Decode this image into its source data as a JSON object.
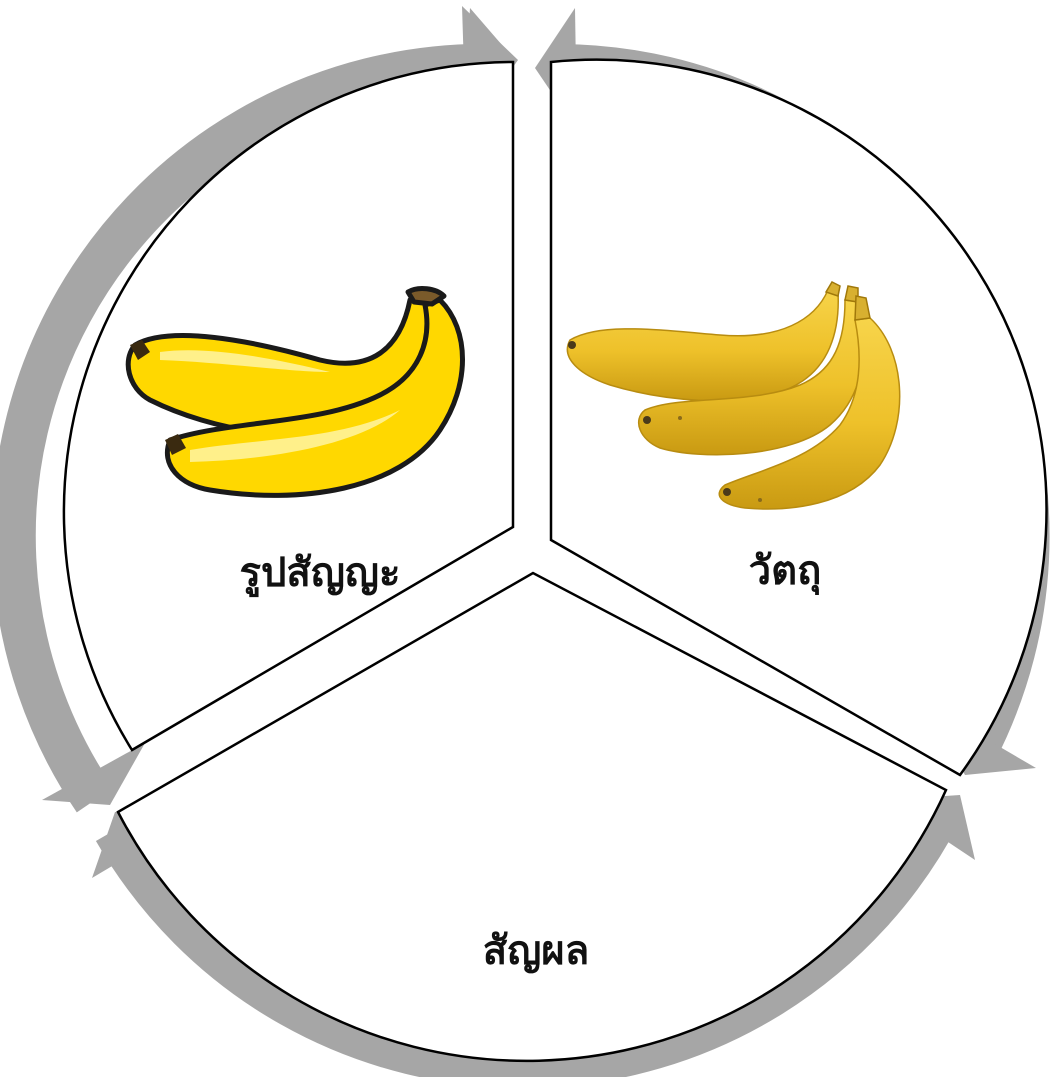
{
  "diagram": {
    "type": "semiotic-triangle-cycle",
    "colors": {
      "cycle_arrow": "#a6a6a6",
      "segment_outline": "#000000",
      "background": "#ffffff",
      "banana_yellow": "#ffd800",
      "banana_outline": "#1a1a1a",
      "photo_banana_yellow": "#f0c21e",
      "photo_banana_tip": "#4a3a1a"
    },
    "sections": [
      {
        "id": "symbol",
        "label": "รูปสัญญะ",
        "image": "cartoon-banana-bunch"
      },
      {
        "id": "object",
        "label": "วัตถุ",
        "image": "photo-banana-bunch"
      },
      {
        "id": "meaning",
        "label": "สัญผล",
        "image": ""
      }
    ]
  }
}
